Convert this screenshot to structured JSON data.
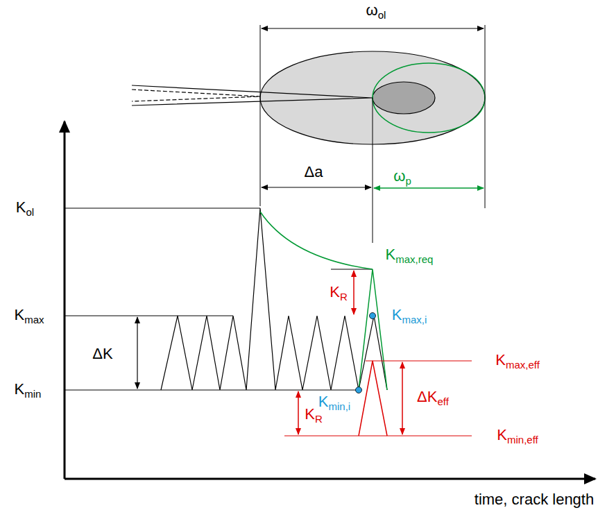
{
  "diagram": {
    "labels": [
      "ωol",
      "Δa",
      "ωp",
      "Kol",
      "Kmax,req",
      "KR",
      "Kmax",
      "Kmax,i",
      "ΔK",
      "Kmin",
      "Kmin,i",
      "KR",
      "Kmax,eff",
      "ΔKeff",
      "Kmin,eff",
      "time, crack length"
    ]
  }
}
